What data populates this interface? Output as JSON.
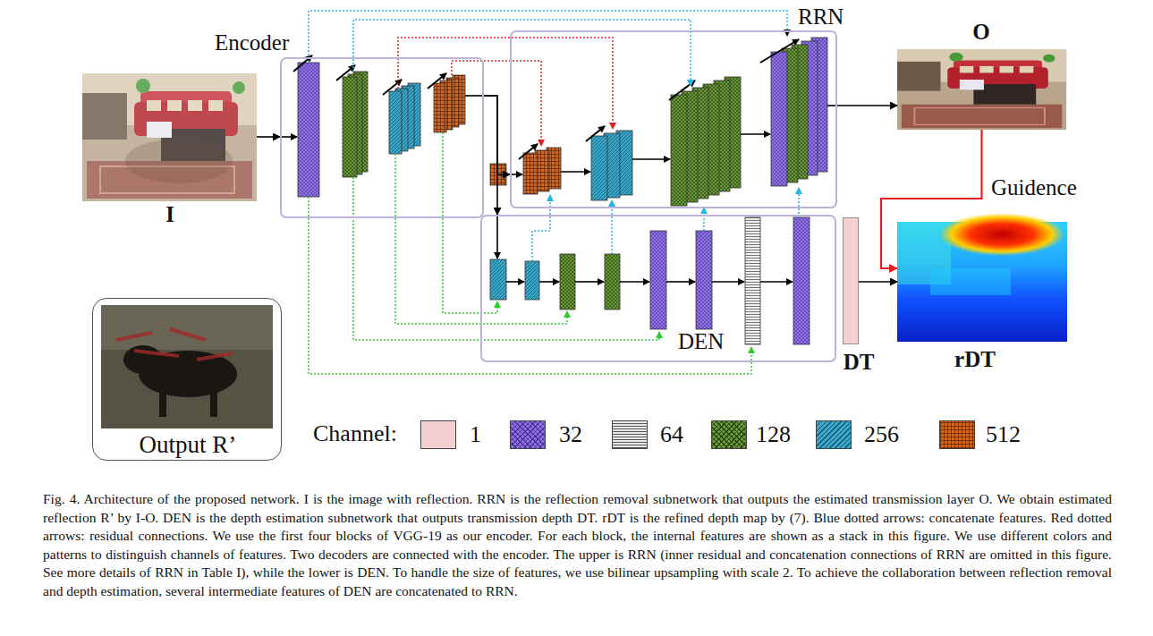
{
  "diagram": {
    "caption": "Fig. 4. Architecture of the proposed network. I is the image with reflection. RRN is the reflection removal subnetwork that outputs the estimated transmission layer O. We obtain estimated reflection R’ by I-O. DEN is the depth estimation subnetwork that outputs transmission depth DT. rDT is the refined depth map by (7). Blue dotted arrows: concatenate features. Red dotted arrows: residual connections. We use the first four blocks of VGG-19 as our encoder. For each block, the internal features are shown as a stack in this figure. We use different colors and patterns to distinguish channels of features. Two decoders are connected with the encoder. The upper is RRN (inner residual and concatenation connections of RRN are omitted in this figure. See more details of RRN in Table I), while the lower is DEN. To handle the size of features, we use bilinear upsampling with scale 2. To achieve the collaboration between reflection removal and depth estimation, several intermediate features of DEN are concatenated to RRN.",
    "nodes": [
      {
        "text": [
          "I"
        ]
      },
      {
        "text": [
          "Encoder"
        ]
      },
      {
        "text": [
          "RRN"
        ]
      },
      {
        "text": [
          "O"
        ]
      },
      {
        "text": [
          "DEN"
        ]
      },
      {
        "text": [
          "DT"
        ]
      },
      {
        "text": [
          "rDT"
        ]
      },
      {
        "text": [
          "Output R’"
        ]
      }
    ],
    "edges": [
      {
        "from": 0,
        "to": 1,
        "arrow": "to"
      },
      {
        "from": 1,
        "to": 2,
        "arrow": "to"
      },
      {
        "from": 1,
        "to": 4,
        "arrow": "to"
      },
      {
        "from": 2,
        "to": 3,
        "arrow": "to"
      },
      {
        "from": 3,
        "to": 6,
        "label": "Guidence",
        "arrow": "to"
      },
      {
        "from": 5,
        "to": 6,
        "arrow": "to"
      }
    ],
    "labels": [
      "Channel:"
    ],
    "legend": [
      {
        "text": "1",
        "color": "#f4d0d0"
      },
      {
        "text": "32",
        "color": "#8e72de"
      },
      {
        "text": "64",
        "color": "#e8e8e8"
      },
      {
        "text": "128",
        "color": "#6c9a3a"
      },
      {
        "text": "256",
        "color": "#3aa6c8"
      },
      {
        "text": "512",
        "color": "#d6661e"
      }
    ]
  }
}
